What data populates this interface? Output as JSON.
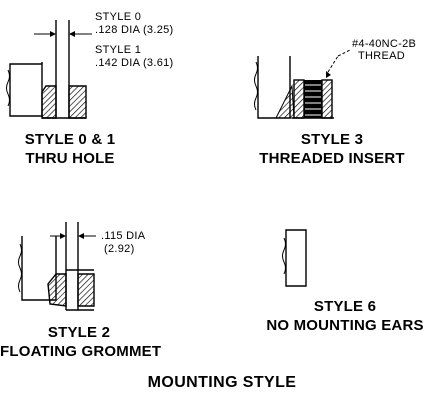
{
  "figures": {
    "style01": {
      "caption_line1": "STYLE 0 & 1",
      "caption_line2": "THRU HOLE",
      "note_style0_label": "STYLE 0",
      "note_style0_dim": ".128 DIA (3.25)",
      "note_style1_label": "STYLE 1",
      "note_style1_dim": ".142 DIA (3.61)"
    },
    "style3": {
      "caption_line1": "STYLE 3",
      "caption_line2": "THREADED INSERT",
      "note_line1": "#4-40NC-2B",
      "note_line2": "THREAD"
    },
    "style2": {
      "caption_line1": "STYLE 2",
      "caption_line2": "FLOATING GROMMET",
      "note_line1": ".115 DIA",
      "note_line2": "(2.92)"
    },
    "style6": {
      "caption_line1": "STYLE 6",
      "caption_line2": "NO MOUNTING EARS"
    }
  },
  "title": "MOUNTING STYLE"
}
